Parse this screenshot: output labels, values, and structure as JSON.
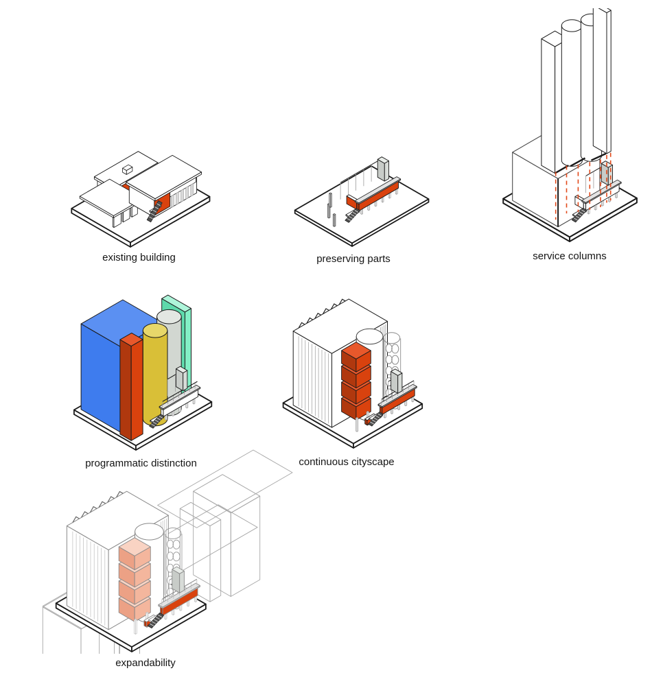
{
  "page": {
    "background": "#ffffff"
  },
  "figures": [
    {
      "id": "existing-building",
      "label": "existing building"
    },
    {
      "id": "preserving-parts",
      "label": "preserving parts"
    },
    {
      "id": "service-columns",
      "label": "service columns"
    },
    {
      "id": "programmatic-distinction",
      "label": "programmatic distinction"
    },
    {
      "id": "continuous-cityscape",
      "label": "continuous cityscape"
    },
    {
      "id": "expandability",
      "label": "expandability"
    }
  ],
  "colors": {
    "ink": "#1a1a1a",
    "light": "#9b9b9b",
    "loop": "#8a8a8a",
    "wire": "#a6a6a6",
    "stair": "#4f4f4f",
    "dash_red": "#e2491a",
    "orange": "#d9420e",
    "orange_dark": "#b0380e",
    "orange_top": "#e8582b",
    "blue": "#3e7cee",
    "blue_top": "#5b90f2",
    "yellow": "#d9bf37",
    "yellow_top": "#e7d76a",
    "gray": "#d2d7d1",
    "gray_top": "#e3e7e2",
    "mint": "#83efc5",
    "mint_dark": "#5ed9ab",
    "mint_top": "#aef5da",
    "pink": "#f4b69d",
    "pink_dark": "#eca185",
    "pink_top": "#f9d3c3"
  }
}
